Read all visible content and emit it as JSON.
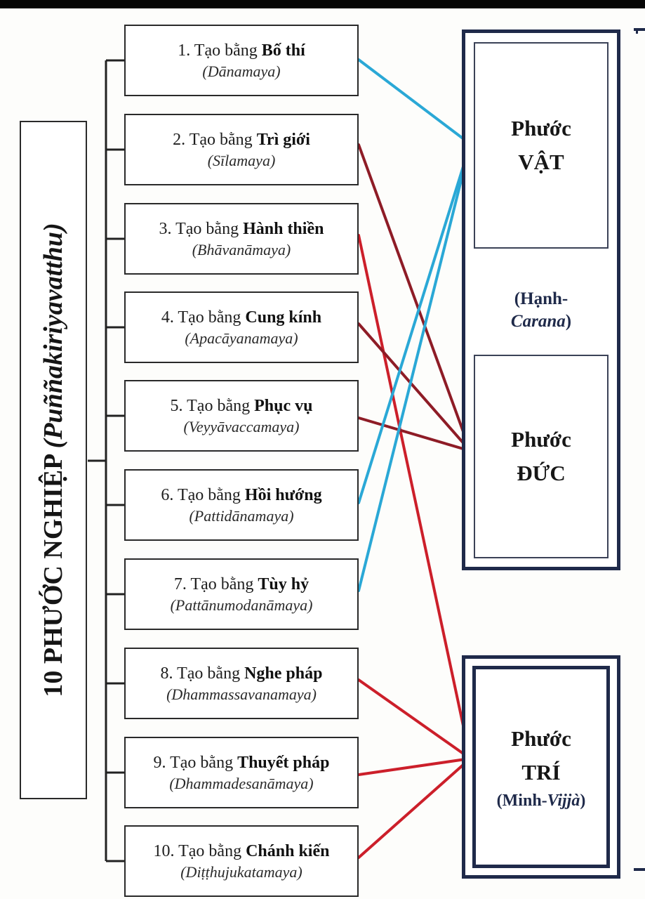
{
  "title": {
    "main": "10 PHƯỚC NGHIỆP",
    "sub": "(Puññakiriyavatthu)"
  },
  "items": [
    {
      "number": "1.",
      "prefix": "Tạo bằng",
      "name": "Bố thí",
      "pali": "(Dānamaya)",
      "target": "vat"
    },
    {
      "number": "2.",
      "prefix": "Tạo bằng",
      "name": "Trì giới",
      "pali": "(Sīlamaya)",
      "target": "duc"
    },
    {
      "number": "3.",
      "prefix": "Tạo bằng",
      "name": "Hành thiền",
      "pali": "(Bhāvanāmaya)",
      "target": "tri"
    },
    {
      "number": "4.",
      "prefix": "Tạo bằng",
      "name": "Cung kính",
      "pali": "(Apacāyanamaya)",
      "target": "duc"
    },
    {
      "number": "5.",
      "prefix": "Tạo bằng",
      "name": "Phục vụ",
      "pali": "(Veyyāvaccamaya)",
      "target": "duc"
    },
    {
      "number": "6.",
      "prefix": "Tạo bằng",
      "name": "Hồi hướng",
      "pali": "(Pattidānamaya)",
      "target": "vat"
    },
    {
      "number": "7.",
      "prefix": "Tạo bằng",
      "name": "Tùy hỷ",
      "pali": "(Pattānumodanāmaya)",
      "target": "vat"
    },
    {
      "number": "8.",
      "prefix": "Tạo bằng",
      "name": "Nghe pháp",
      "pali": "(Dhammassavanamaya)",
      "target": "tri"
    },
    {
      "number": "9.",
      "prefix": "Tạo bằng",
      "name": "Thuyết pháp",
      "pali": "(Dhammadesanāmaya)",
      "target": "tri"
    },
    {
      "number": "10.",
      "prefix": "Tạo bằng",
      "name": "Chánh kiến",
      "pali": "(Diṭṭhujukatamaya)",
      "target": "tri"
    }
  ],
  "groups": {
    "vat": {
      "line1": "Phước",
      "line2": "VẬT"
    },
    "duc": {
      "line1": "Phước",
      "line2": "ĐỨC"
    },
    "hanh": {
      "line1": "(Hạnh-",
      "line2_italic": "Carana",
      "line2_end": ")"
    },
    "tri": {
      "line1": "Phước",
      "line2": "TRÍ",
      "sub_prefix": "(Minh-",
      "sub_italic": "Vijjà",
      "sub_end": ")"
    }
  },
  "colors": {
    "vat_arrow": "#2aa8d6",
    "duc_arrow": "#8e1c26",
    "tri_arrow": "#cc1f2a",
    "frame": "#1f2a4a"
  }
}
